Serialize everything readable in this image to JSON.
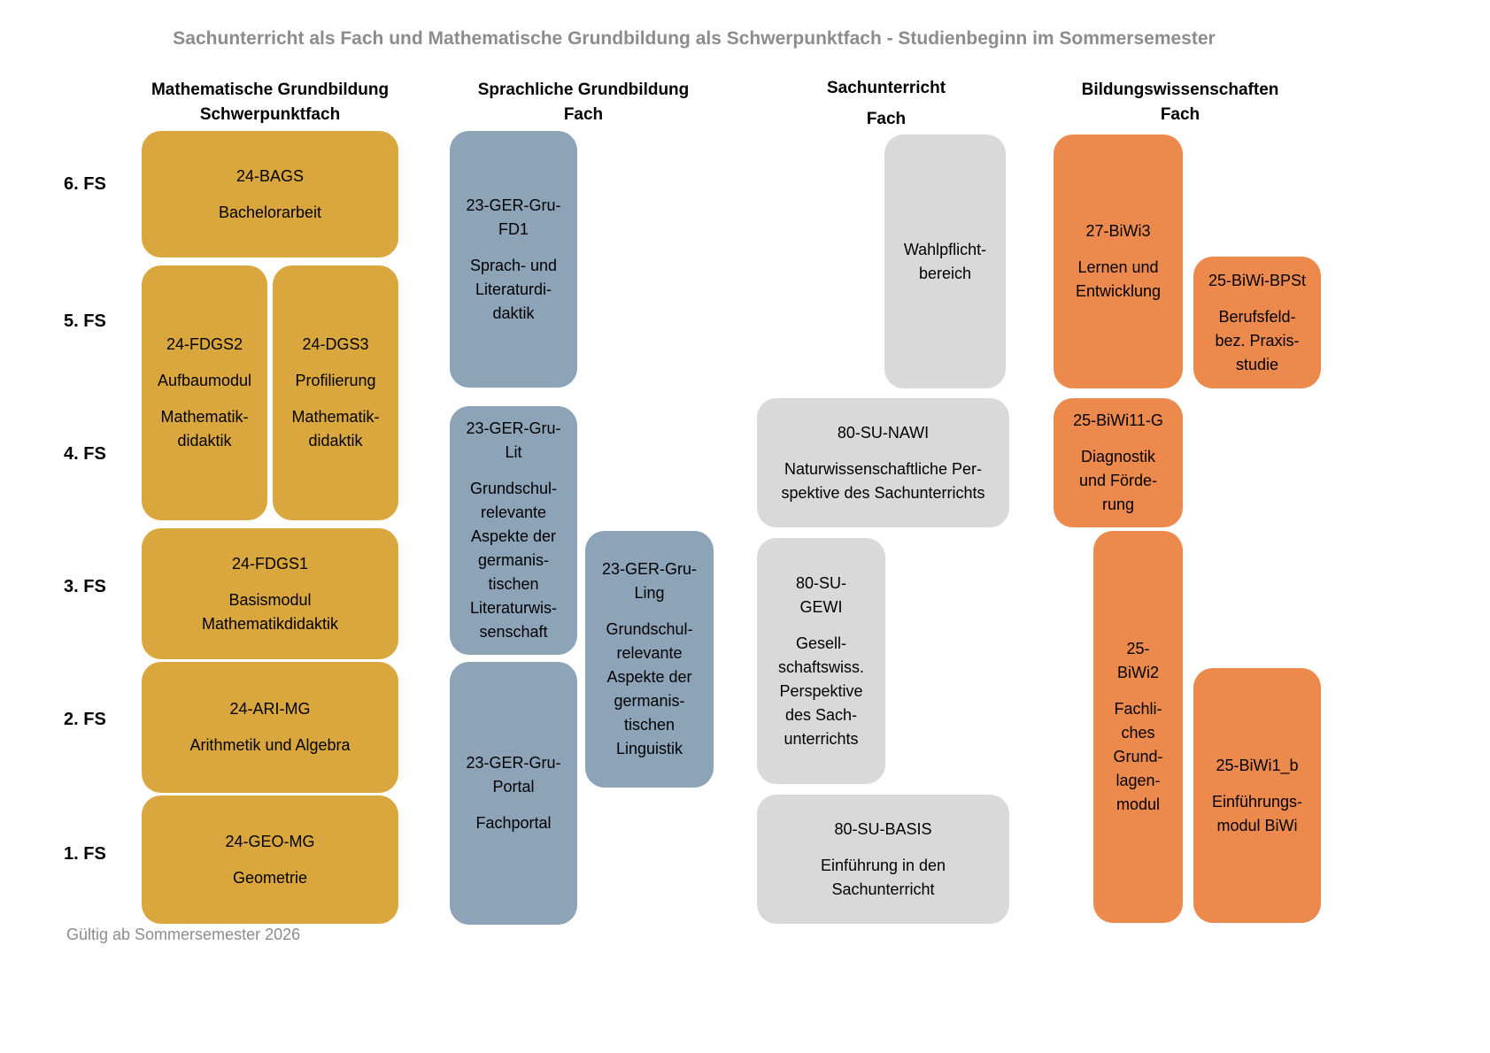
{
  "title": "Sachunterricht als Fach und Mathematische Grundbildung als Schwerpunktfach - Studienbeginn im Sommersemester",
  "footer": "Gültig ab Sommersemester 2026",
  "colors": {
    "math_gold": "#d9a73e",
    "german_blue": "#8ca3b8",
    "sachunterricht_gray": "#d9d9d9",
    "biwi_orange": "#ec8a4e",
    "muted_text": "#8c8c8c"
  },
  "semesters": [
    "6. FS",
    "5. FS",
    "4. FS",
    "3. FS",
    "2. FS",
    "1. FS"
  ],
  "column_headers": [
    "Mathematische Grundbildung\nSchwerpunktfach",
    "Sprachliche Grundbildung\nFach",
    "Sachunterricht\nFach",
    "Bildungswissenschaften\nFach"
  ],
  "boxes": {
    "bags": {
      "paragraphs": [
        "24-BAGS",
        "Bachelorarbeit"
      ]
    },
    "fdgs2": {
      "paragraphs": [
        "24-FDGS2",
        "Aufbaumodul",
        "Mathematik-\ndidaktik"
      ]
    },
    "dgs3": {
      "paragraphs": [
        "24-DGS3",
        "Profilierung",
        "Mathematik-\ndidaktik"
      ]
    },
    "fdgs1": {
      "paragraphs": [
        "24-FDGS1",
        "Basismodul\nMathematikdidaktik"
      ]
    },
    "ari": {
      "paragraphs": [
        "24-ARI-MG",
        "Arithmetik und Algebra"
      ]
    },
    "geo": {
      "paragraphs": [
        "24-GEO-MG",
        "Geometrie"
      ]
    },
    "ger_fd1": {
      "paragraphs": [
        "23-GER-Gru-\nFD1",
        "Sprach- und\nLiteraturdi-\ndaktik"
      ]
    },
    "ger_lit": {
      "paragraphs": [
        "23-GER-Gru-\nLit",
        "Grundschul-\nrelevante\nAspekte der\ngermanis-\ntischen\nLiteraturwis-\nsenschaft"
      ]
    },
    "ger_ling": {
      "paragraphs": [
        "23-GER-Gru-\nLing",
        "Grundschul-\nrelevante\nAspekte der\ngermanis-\ntischen\nLinguistik"
      ]
    },
    "ger_portal": {
      "paragraphs": [
        "23-GER-Gru-\nPortal",
        "Fachportal"
      ]
    },
    "wahlpflicht": {
      "paragraphs": [
        "Wahlpflicht-\nbereich"
      ]
    },
    "su_nawi": {
      "paragraphs": [
        "80-SU-NAWI",
        "Naturwissenschaftliche Per-\nspektive des Sachunterrichts"
      ]
    },
    "su_gewi": {
      "paragraphs": [
        "80-SU-\nGEWI",
        "Gesell-\nschaftswiss.\nPerspektive\ndes Sach-\nunterrichts"
      ]
    },
    "su_basis": {
      "paragraphs": [
        "80-SU-BASIS",
        "Einführung in den\nSachunterricht"
      ]
    },
    "biwi3": {
      "paragraphs": [
        "27-BiWi3",
        "Lernen und\nEntwicklung"
      ]
    },
    "biwi_bpst": {
      "paragraphs": [
        "25-BiWi-BPSt",
        "Berufsfeld-\nbez. Praxis-\nstudie"
      ]
    },
    "biwi11g": {
      "paragraphs": [
        "25-BiWi11-G",
        "Diagnostik\nund Förde-\nrung"
      ]
    },
    "biwi2": {
      "paragraphs": [
        "25-\nBiWi2",
        "Fachli-\nches\nGrund-\nlagen-\nmodul"
      ]
    },
    "biwi1b": {
      "paragraphs": [
        "25-BiWi1_b",
        "Einführungs-\nmodul BiWi"
      ]
    }
  }
}
